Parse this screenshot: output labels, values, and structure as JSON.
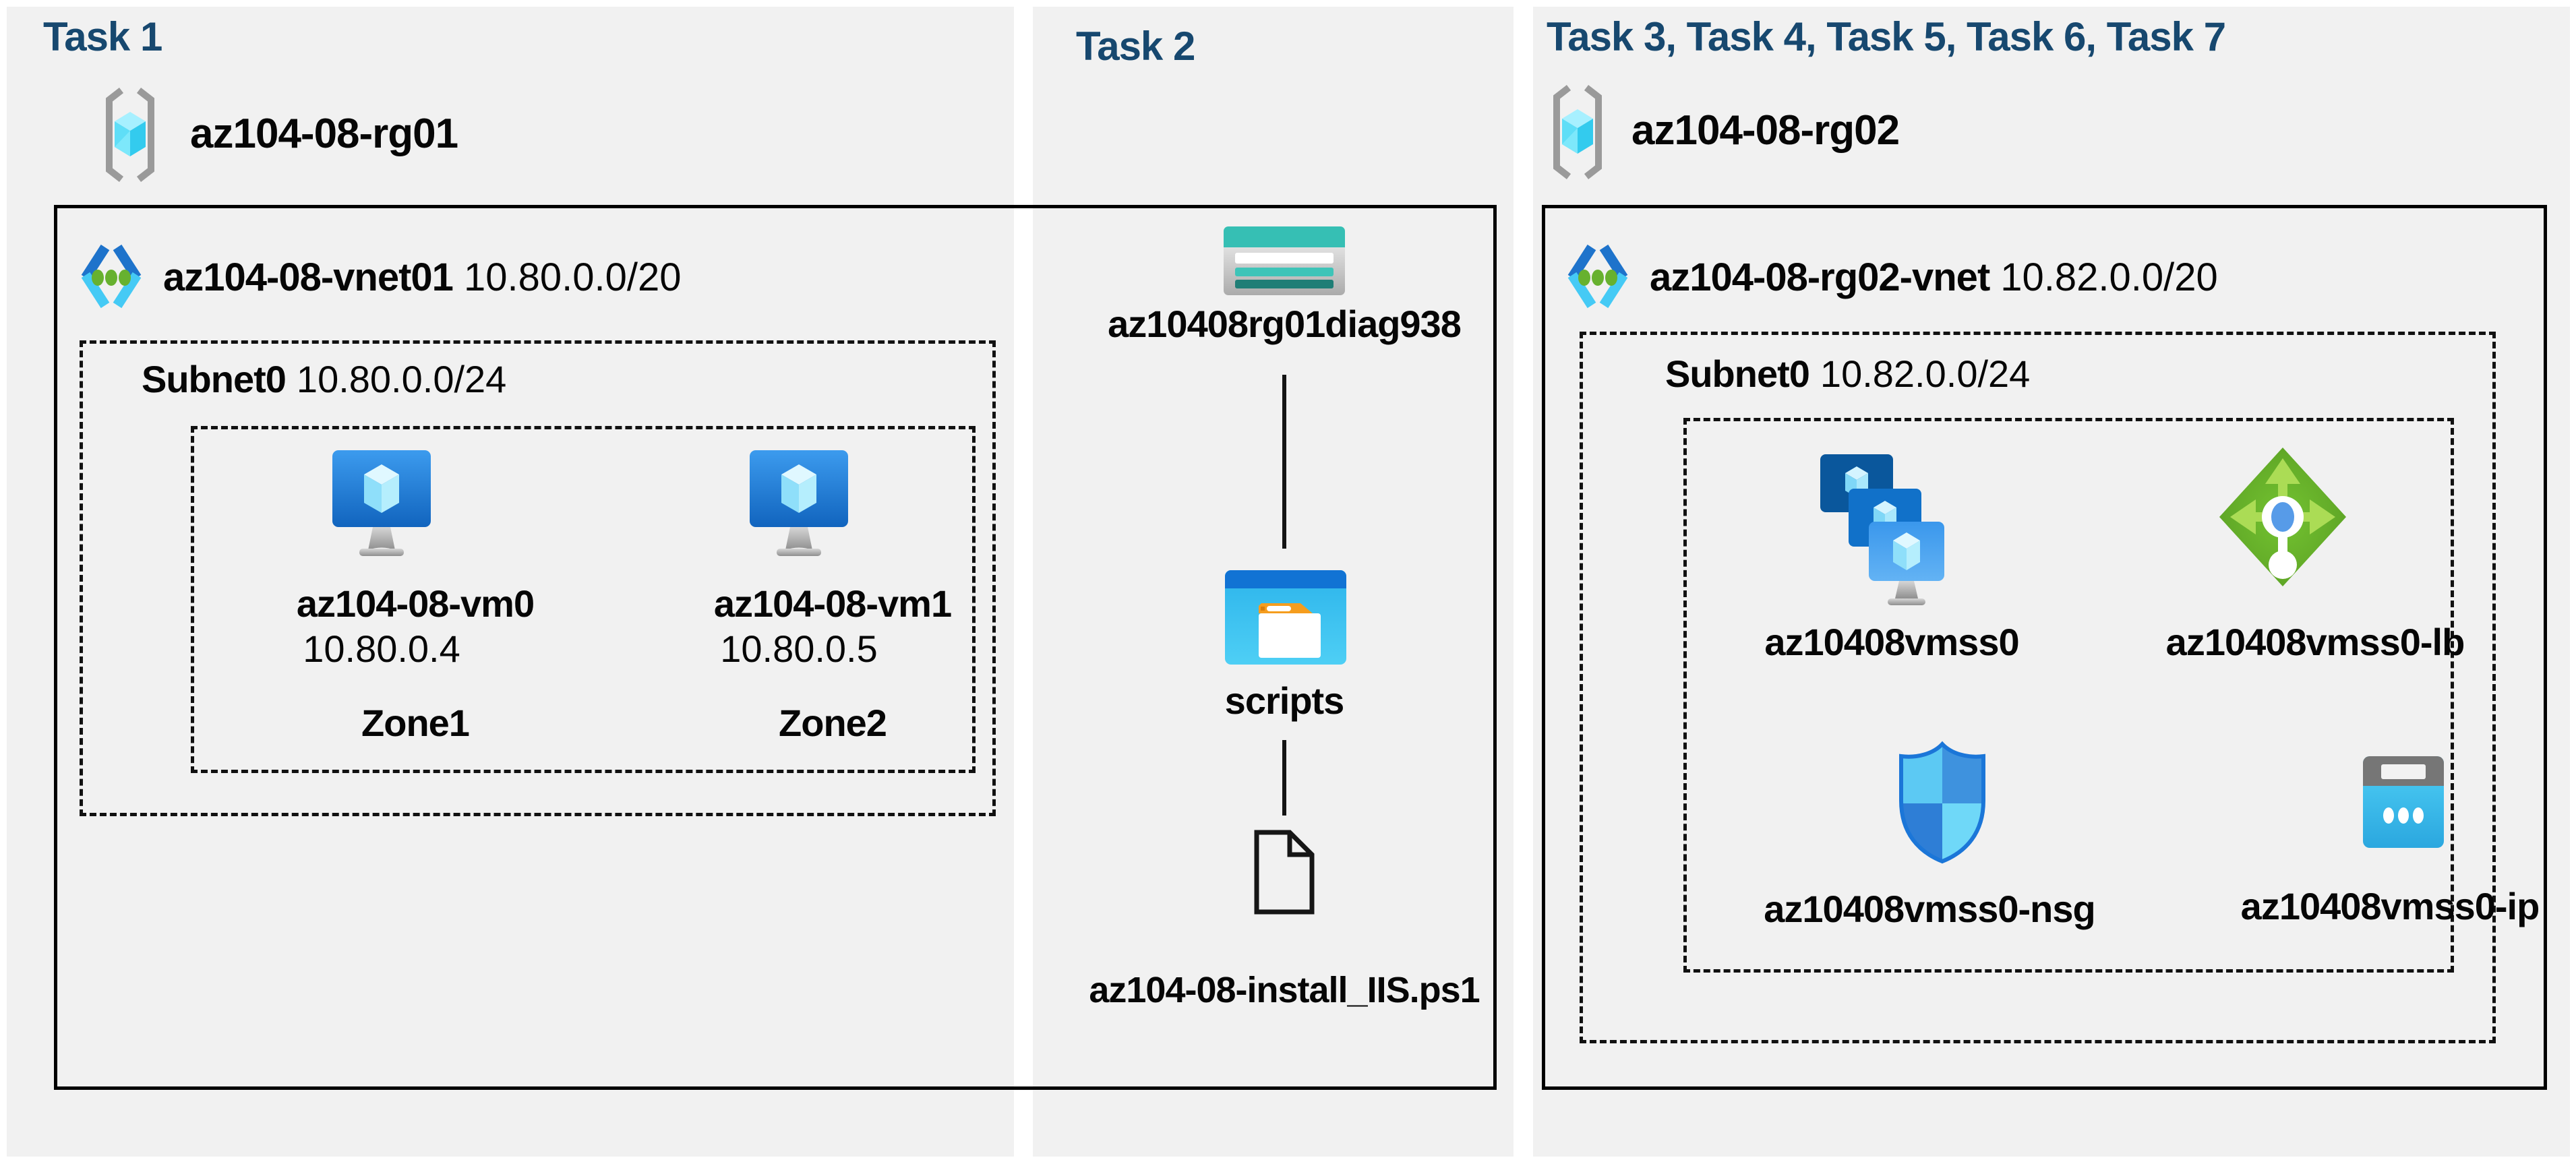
{
  "task1": {
    "header": "Task 1",
    "resource_group": "az104-08-rg01",
    "vnet_name": "az104-08-vnet01",
    "vnet_cidr": "10.80.0.0/20",
    "subnet_name": "Subnet0",
    "subnet_cidr": "10.80.0.0/24",
    "vms": [
      {
        "name": "az104-08-vm0",
        "ip": "10.80.0.4",
        "zone": "Zone1"
      },
      {
        "name": "az104-08-vm1",
        "ip": "10.80.0.5",
        "zone": "Zone2"
      }
    ]
  },
  "task2": {
    "header": "Task 2",
    "storage_account": "az10408rg01diag938",
    "container": "scripts",
    "script_file": "az104-08-install_IIS.ps1"
  },
  "task3": {
    "header": "Task 3, Task 4, Task 5, Task 6, Task 7",
    "resource_group": "az104-08-rg02",
    "vnet_name": "az104-08-rg02-vnet",
    "vnet_cidr": "10.82.0.0/20",
    "subnet_name": "Subnet0",
    "subnet_cidr": "10.82.0.0/24",
    "vmss": "az10408vmss0",
    "load_balancer": "az10408vmss0-lb",
    "nsg": "az10408vmss0-nsg",
    "public_ip": "az10408vmss0-ip"
  },
  "colors": {
    "panel_bg": "#f1f1f1",
    "header_text": "#17486f",
    "label_text": "#060606",
    "azure_blue": "#0078d4",
    "azure_cyan": "#50e6ff",
    "lb_green": "#6cb52c",
    "storage_teal": "#36bfb4",
    "folder_orange": "#f59d1e"
  }
}
